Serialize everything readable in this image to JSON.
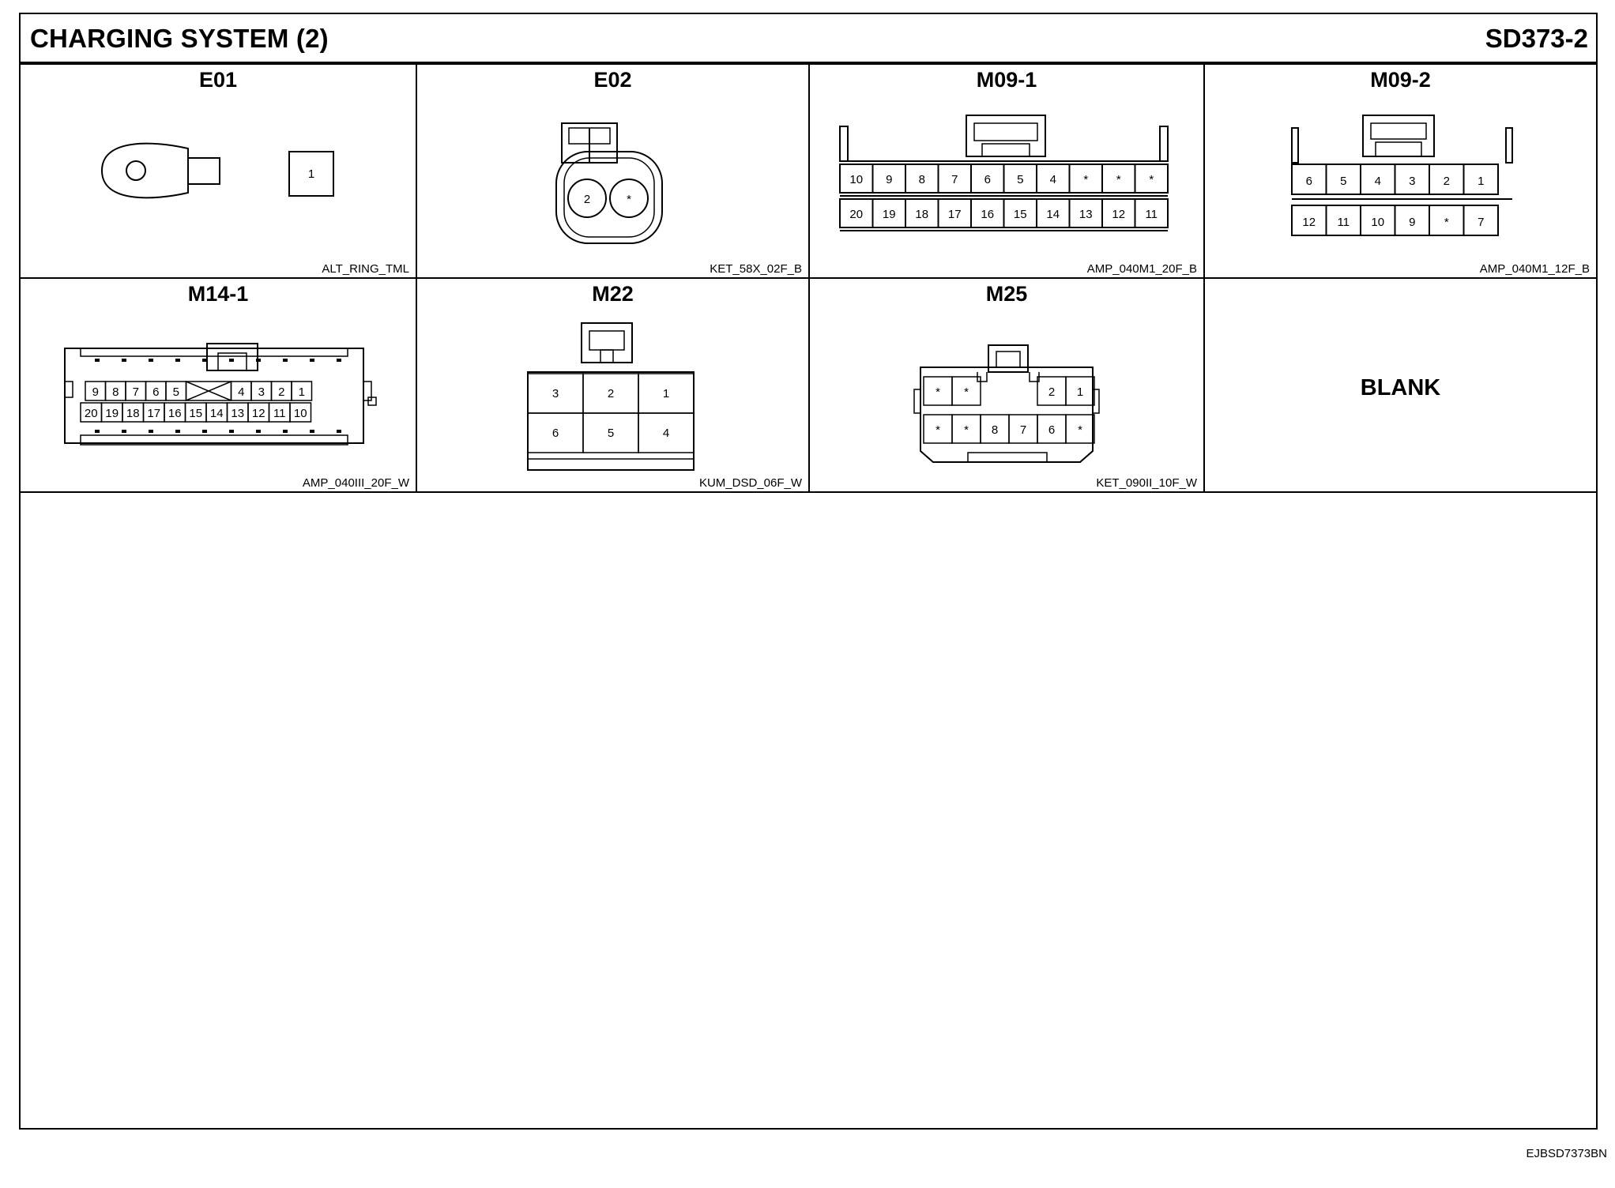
{
  "header": {
    "title": "CHARGING SYSTEM (2)",
    "code": "SD373-2"
  },
  "connectors": [
    {
      "id": "E01",
      "part": "ALT_RING_TML",
      "pins": [
        "1"
      ]
    },
    {
      "id": "E02",
      "part": "KET_58X_02F_B",
      "pins": [
        "2",
        "*"
      ]
    },
    {
      "id": "M09-1",
      "part": "AMP_040M1_20F_B",
      "row1": [
        "10",
        "9",
        "8",
        "7",
        "6",
        "5",
        "4",
        "*",
        "*",
        "*"
      ],
      "row2": [
        "20",
        "19",
        "18",
        "17",
        "16",
        "15",
        "14",
        "13",
        "12",
        "11"
      ]
    },
    {
      "id": "M09-2",
      "part": "AMP_040M1_12F_B",
      "row1": [
        "6",
        "5",
        "4",
        "3",
        "2",
        "1"
      ],
      "row2": [
        "12",
        "11",
        "10",
        "9",
        "*",
        "7"
      ]
    },
    {
      "id": "M14-1",
      "part": "AMP_040III_20F_W",
      "row1": [
        "9",
        "8",
        "7",
        "6",
        "5",
        "",
        "4",
        "3",
        "2",
        "1"
      ],
      "row2": [
        "20",
        "19",
        "18",
        "17",
        "16",
        "15",
        "14",
        "13",
        "12",
        "11",
        "10"
      ]
    },
    {
      "id": "M22",
      "part": "KUM_DSD_06F_W",
      "row1": [
        "3",
        "2",
        "1"
      ],
      "row2": [
        "6",
        "5",
        "4"
      ]
    },
    {
      "id": "M25",
      "part": "KET_090II_10F_W",
      "row1": [
        "*",
        "*",
        "",
        "",
        "2",
        "1"
      ],
      "row2": [
        "*",
        "*",
        "8",
        "7",
        "6",
        "*"
      ]
    }
  ],
  "blank_label": "BLANK",
  "footer_code": "EJBSD7373BN"
}
